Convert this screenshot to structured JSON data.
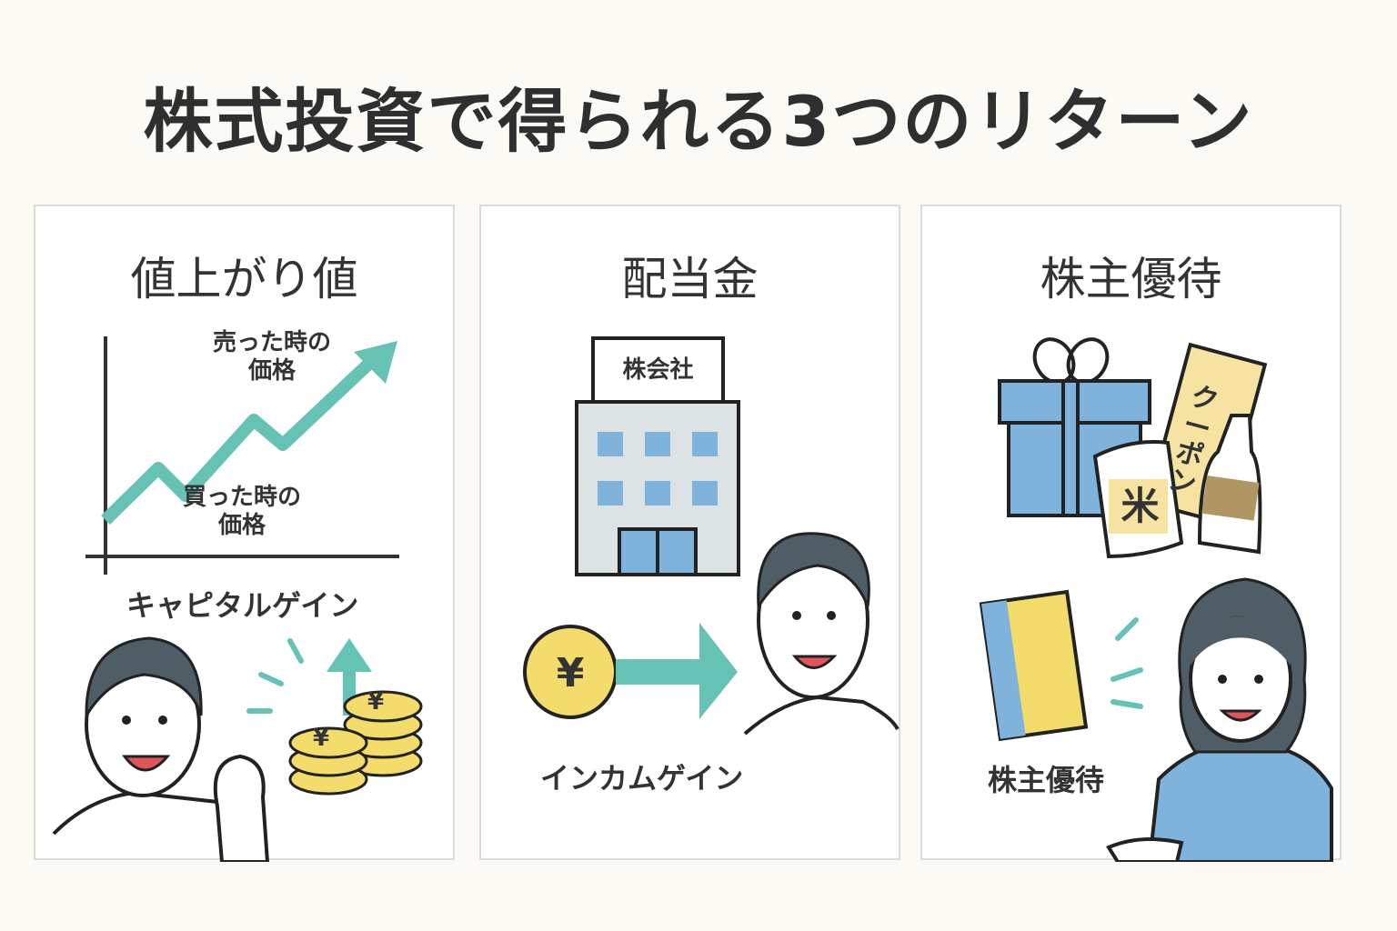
{
  "title": "株式投資で得られる3つのリターン",
  "panels": [
    {
      "heading": "値上がり値",
      "sell_label_1": "売った時の",
      "sell_label_2": "価格",
      "buy_label_1": "買った時の",
      "buy_label_2": "価格",
      "caption": "キャピタルゲイン",
      "coin_symbol": "¥"
    },
    {
      "heading": "配当金",
      "company_sign": "株会社",
      "coin_symbol": "¥",
      "caption": "インカムゲイン"
    },
    {
      "heading": "株主優待",
      "coupon_label": "クーポン",
      "rice_label": "米",
      "caption": "株主優待"
    }
  ],
  "colors": {
    "accent_teal": "#66c2b4",
    "blue": "#7fb3dc",
    "coin_yellow": "#f3dc6b",
    "dark": "#2f3a40"
  }
}
